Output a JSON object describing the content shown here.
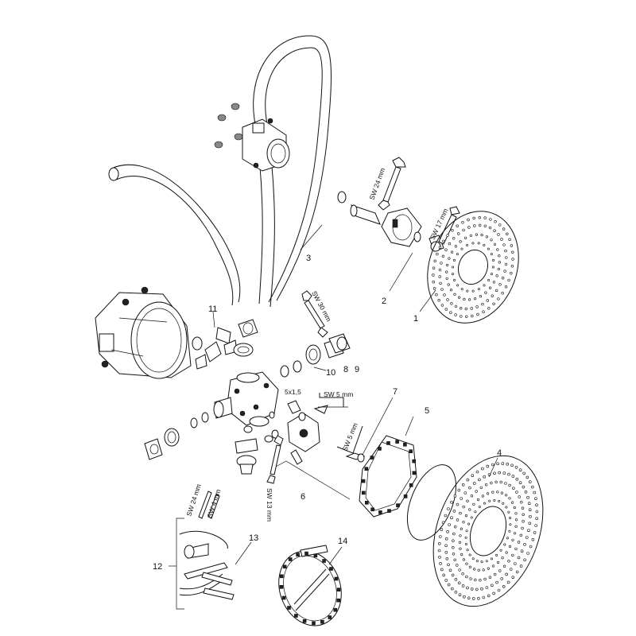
{
  "callouts": {
    "c1": "1",
    "c2": "2",
    "c3": "3",
    "c4": "4",
    "c5": "5",
    "c6": "6",
    "c7": "7",
    "c8": "8",
    "c9": "9",
    "c10": "10",
    "c11": "11",
    "c12": "12",
    "c13": "13",
    "c14": "14"
  },
  "tool_labels": {
    "sw24_top": "SW 24 mm",
    "sw17": "SW 17 mm",
    "sw30": "SW 30 mm",
    "hex5x15": "5x1,5",
    "sw5_box": "SW 5 mm",
    "sw5_diag": "SW 5 mm",
    "sw13": "SW 13 mm",
    "sw24_bottom": "SW 24 mm",
    "sw4": "SW 4 mm"
  }
}
